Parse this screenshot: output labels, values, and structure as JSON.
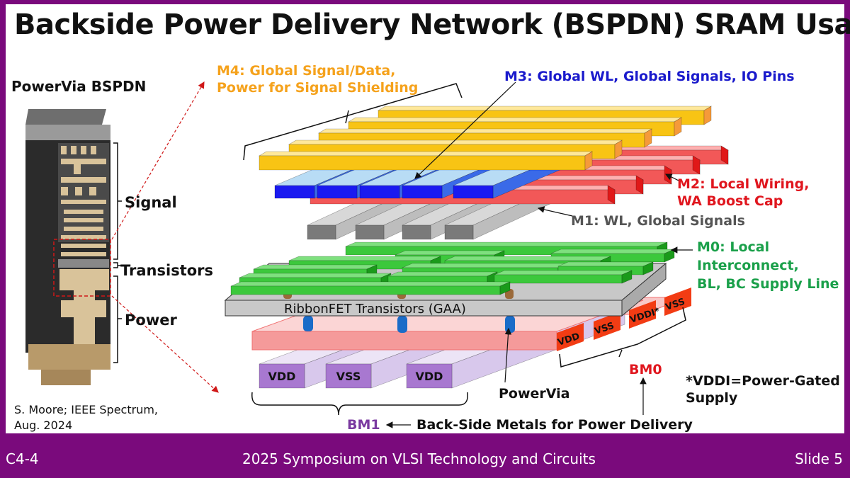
{
  "slide": {
    "title": "Backside Power Delivery Network (BSPDN) SRAM Usage",
    "left_panel": {
      "heading": "PowerVia BSPDN",
      "bracket_labels": [
        "Signal",
        "Transistors",
        "Power"
      ],
      "citation_line1": "S. Moore; IEEE Spectrum,",
      "citation_line2": "Aug. 2024"
    },
    "layers": {
      "m4_line1": "M4: Global Signal/Data,",
      "m4_line2": "Power for Signal Shielding",
      "m3": "M3: Global WL, Global Signals, IO Pins",
      "m2_line1": "M2: Local Wiring,",
      "m2_line2": "WA Boost Cap",
      "m1": "M1: WL, Global Signals",
      "m0_line1": "M0: Local",
      "m0_line2": "Interconnect,",
      "m0_line3": "BL, BC Supply Line",
      "transistors": "RibbonFET Transistors (GAA)",
      "bm0_rails": [
        "VDD",
        "VSS",
        "VDDI*",
        "VSS"
      ],
      "bm0": "BM0",
      "bm1_rails": [
        "VDD",
        "VSS",
        "VDD"
      ],
      "bm1": "BM1",
      "powervia": "PowerVia",
      "backside_caption": "Back-Side Metals for Power Delivery",
      "footnote_line1": "*VDDI=Power-Gated",
      "footnote_line2": "Supply"
    },
    "colors": {
      "m4": "#f5a21c",
      "m3": "#1a1acc",
      "m2": "#e0161e",
      "m1": "#555555",
      "m0": "#1aa04a",
      "bm1": "#7a3aa0",
      "frame": "#7a0a7c"
    }
  },
  "footer": {
    "session": "C4-4",
    "conference": "2025 Symposium on VLSI Technology and Circuits",
    "slide_number": "Slide 5"
  }
}
